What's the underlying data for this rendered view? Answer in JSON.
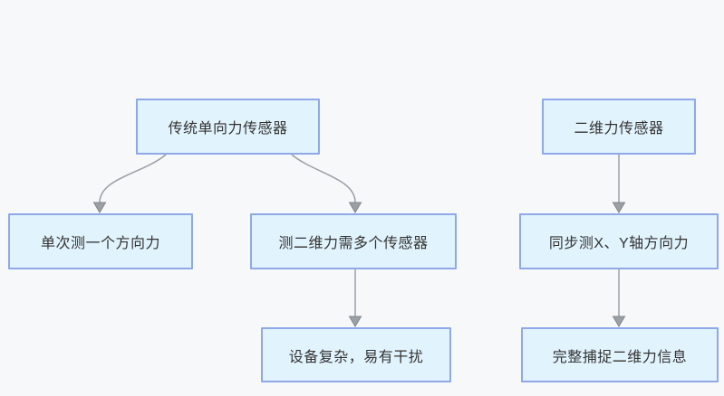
{
  "app": {
    "background_color": "#f7f8fa"
  },
  "palette": {
    "node_fill": "#e1f3fd",
    "node_border": "#8fa8e8",
    "arrow_color": "#9aa0a6",
    "text_color": "#333333"
  },
  "diagram": {
    "type": "flowchart",
    "nodes": [
      {
        "id": "traditional",
        "label": "传统单向力传感器"
      },
      {
        "id": "sensor2d",
        "label": "二维力传感器"
      },
      {
        "id": "single",
        "label": "单次测一个方向力"
      },
      {
        "id": "multi",
        "label": "测二维力需多个传感器"
      },
      {
        "id": "syncxy",
        "label": "同步测X、Y轴方向力"
      },
      {
        "id": "complex",
        "label": "设备复杂，易有干扰"
      },
      {
        "id": "complete",
        "label": "完整捕捉二维力信息"
      }
    ],
    "edges": [
      {
        "from": "传统单向力传感器",
        "to": "单次测一个方向力"
      },
      {
        "from": "传统单向力传感器",
        "to": "测二维力需多个传感器"
      },
      {
        "from": "测二维力需多个传感器",
        "to": "设备复杂，易有干扰"
      },
      {
        "from": "二维力传感器",
        "to": "同步测X、Y轴方向力"
      },
      {
        "from": "同步测X、Y轴方向力",
        "to": "完整捕捉二维力信息"
      }
    ]
  }
}
